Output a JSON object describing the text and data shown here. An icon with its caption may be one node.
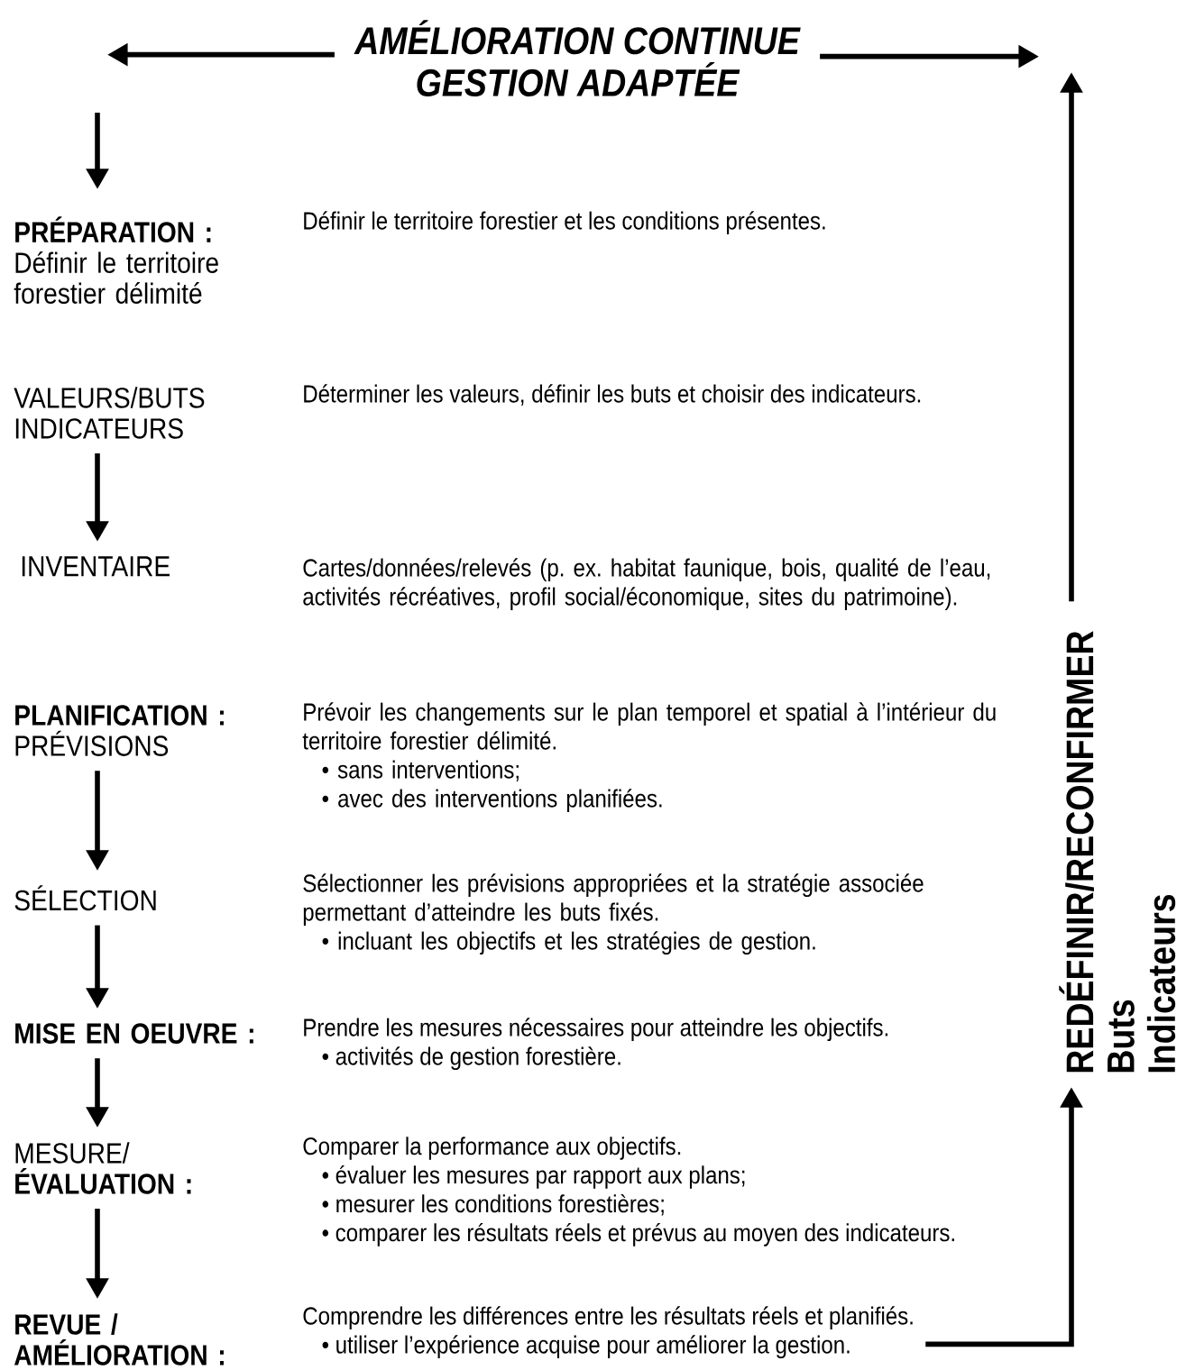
{
  "diagram": {
    "nodes": [
      {
        "text": [
          "AMÉLIORATION CONTINUE",
          "GESTION ADAPTÉE"
        ]
      },
      {
        "text": [
          "PRÉPARATION :",
          "Définir le territoire forestier délimité"
        ],
        "beside": [
          "Définir le territoire forestier et les conditions présentes."
        ]
      },
      {
        "text": [
          "VALEURS/BUTS INDICATEURS"
        ],
        "beside": [
          "Déterminer les valeurs, définir les buts et choisir des indicateurs."
        ]
      },
      {
        "text": [
          "INVENTAIRE"
        ],
        "beside": [
          "Cartes/données/relevés (p. ex. habitat faunique, bois, qualité de l’eau, activités récréatives, profil social/économique, sites du patrimoine)."
        ]
      },
      {
        "text": [
          "PLANIFICATION :",
          "PRÉVISIONS"
        ],
        "beside": [
          "Prévoir les changements sur le plan temporel et spatial à l’intérieur du territoire forestier délimité.",
          "• sans interventions;",
          "• avec des interventions planifiées."
        ]
      },
      {
        "text": [
          "SÉLECTION"
        ],
        "beside": [
          "Sélectionner les prévisions appropriées et la stratégie associée permettant d’atteindre les buts fixés.",
          "• incluant les objectifs et les stratégies de gestion."
        ]
      },
      {
        "text": [
          "MISE EN OEUVRE :"
        ],
        "beside": [
          "Prendre les mesures nécessaires pour atteindre les objectifs.",
          "• activités de gestion forestière."
        ]
      },
      {
        "text": [
          "MESURE/",
          "ÉVALUATION :"
        ],
        "beside": [
          "Comparer la performance aux objectifs.",
          "• évaluer les mesures par rapport aux plans;",
          "• mesurer les conditions forestières;",
          "• comparer les résultats réels et prévus au moyen des indicateurs."
        ]
      },
      {
        "text": [
          "REVUE / AMÉLIORATION :"
        ],
        "beside": [
          "Comprendre les différences entre les résultats réels et planifiés.",
          "• utiliser l’expérience acquise pour améliorer la gestion."
        ]
      },
      {
        "text": [
          "REDÉFINIR/RECONFIRMER",
          "Buts",
          "Indicateurs"
        ]
      }
    ],
    "edges": [
      {
        "from": 0,
        "to": null,
        "arrow": "to"
      },
      {
        "from": 0,
        "to": null,
        "arrow": "to"
      },
      {
        "from": null,
        "to": 1,
        "arrow": "to"
      },
      {
        "from": 2,
        "to": 3,
        "arrow": "to"
      },
      {
        "from": 4,
        "to": 5,
        "arrow": "to"
      },
      {
        "from": 5,
        "to": 6,
        "arrow": "to"
      },
      {
        "from": 6,
        "to": 7,
        "arrow": "to"
      },
      {
        "from": 7,
        "to": 8,
        "arrow": "to"
      },
      {
        "from": 8,
        "to": 9,
        "arrow": "to"
      },
      {
        "from": 9,
        "to": null,
        "arrow": "to"
      }
    ]
  }
}
